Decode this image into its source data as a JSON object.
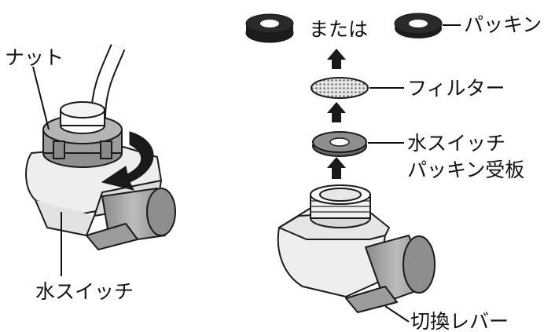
{
  "labels": {
    "nut": "ナット",
    "water_switch_left": "水スイッチ",
    "or_text": "または",
    "packing": "パッキン",
    "filter": "フィルター",
    "water_switch_right": "水スイッチ",
    "packing_seat": "パッキン受板",
    "lever": "切換レバー"
  },
  "colors": {
    "line": "#1a1a1a",
    "body_light": "#f2f2f2",
    "body_mid": "#d9d9d9",
    "gray_dark": "#777777",
    "gray_mid": "#9a9a9a",
    "packing_black": "#1c1c1c"
  },
  "icons": {
    "arrows": "up-arrow-icon",
    "rotate": "rotate-arrow-icon"
  }
}
